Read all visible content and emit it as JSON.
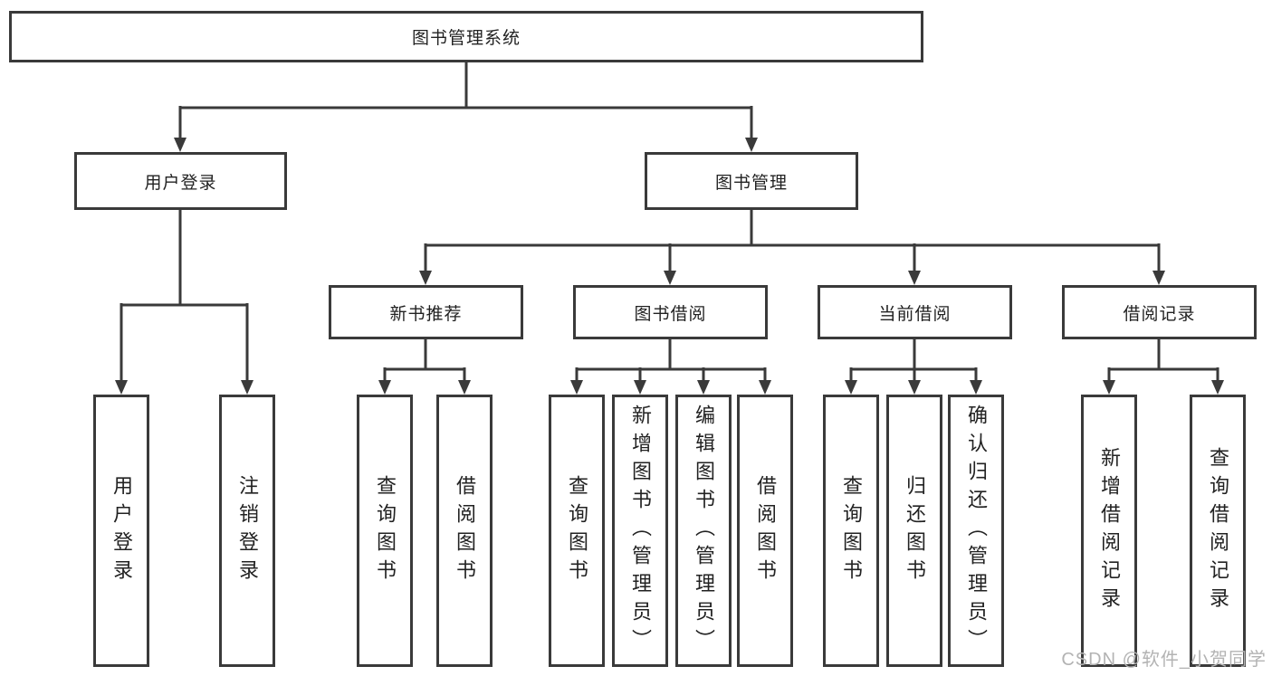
{
  "tree": {
    "label": "图书管理系统",
    "children": [
      {
        "label": "用户登录",
        "children": [
          {
            "label": "用户登录"
          },
          {
            "label": "注销登录"
          }
        ]
      },
      {
        "label": "图书管理",
        "children": [
          {
            "label": "新书推荐",
            "children": [
              {
                "label": "查询图书"
              },
              {
                "label": "借阅图书"
              }
            ]
          },
          {
            "label": "图书借阅",
            "children": [
              {
                "label": "查询图书"
              },
              {
                "label": "新增图书（管理员）"
              },
              {
                "label": "编辑图书（管理员）"
              },
              {
                "label": "借阅图书"
              }
            ]
          },
          {
            "label": "当前借阅",
            "children": [
              {
                "label": "查询图书"
              },
              {
                "label": "归还图书"
              },
              {
                "label": "确认归还（管理员）"
              }
            ]
          },
          {
            "label": "借阅记录",
            "children": [
              {
                "label": "新增借阅记录"
              },
              {
                "label": "查询借阅记录"
              }
            ]
          }
        ]
      }
    ]
  },
  "watermark": {
    "text": "CSDN @软件_小贺同学"
  },
  "colors": {
    "line": "#3a3a3a",
    "text": "#222222",
    "watermark": "#b3b3b3",
    "background": "#ffffff"
  }
}
